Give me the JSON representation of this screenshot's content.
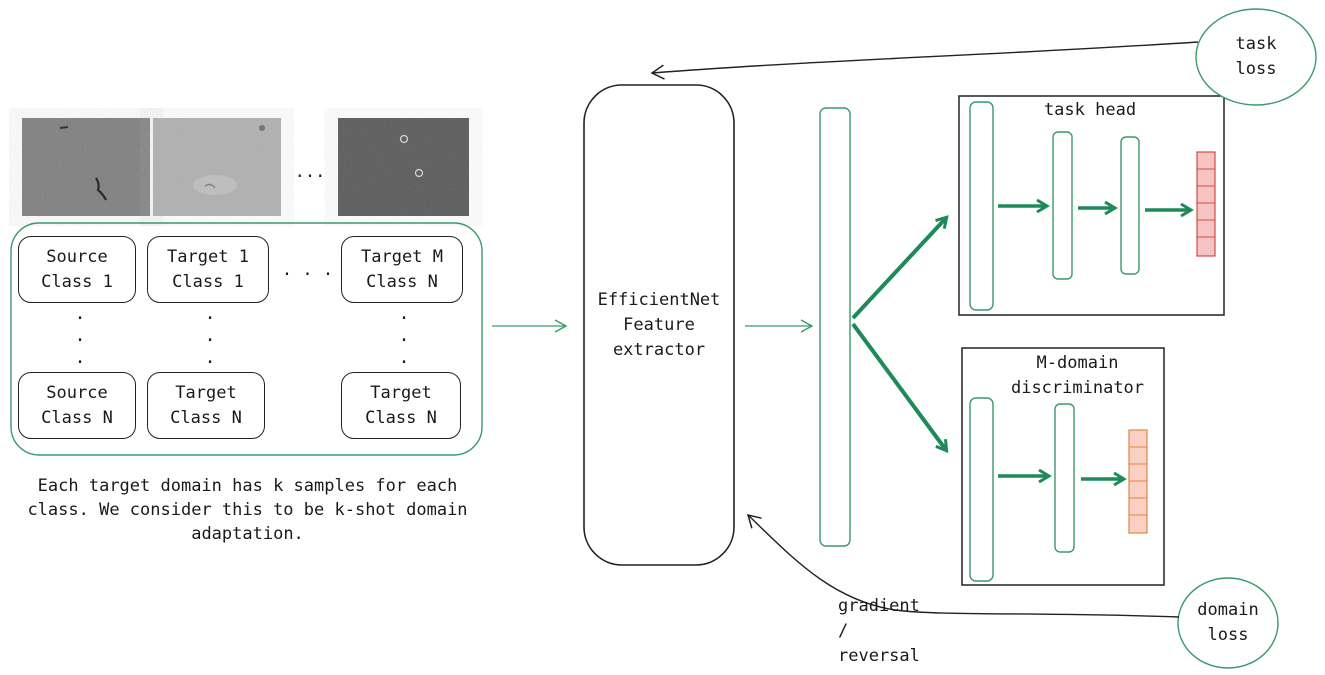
{
  "domain_images": {
    "ellipsis": "..."
  },
  "class_grid": {
    "hdots": ". . .",
    "vdots": ".\n.\n.",
    "source_top": "Source\nClass 1",
    "target1_top": "Target 1\nClass 1",
    "targetM_top": "Target M\nClass N",
    "source_bottom": "Source\nClass N",
    "target1_bottom": "Target\nClass N",
    "targetM_bottom": "Target\nClass N"
  },
  "caption": "Each target domain has k samples for each\nclass. We consider this to be k-shot domain\nadaptation.",
  "feature_extractor": {
    "label": "EfficientNet\nFeature\nextractor"
  },
  "task_head": {
    "title": "task head",
    "output_color": "#f7c4c4",
    "output_border": "#d24b4b"
  },
  "discriminator": {
    "title": "M-domain\ndiscriminator",
    "output_color": "#fbd0c4",
    "output_border": "#e08a3a"
  },
  "losses": {
    "task": "task\nloss",
    "domain": "domain\nloss"
  },
  "gradient_reversal": "gradient /\nreversal",
  "colors": {
    "accent_green": "#1e8a5a",
    "outline_green": "#3a9a6a"
  }
}
